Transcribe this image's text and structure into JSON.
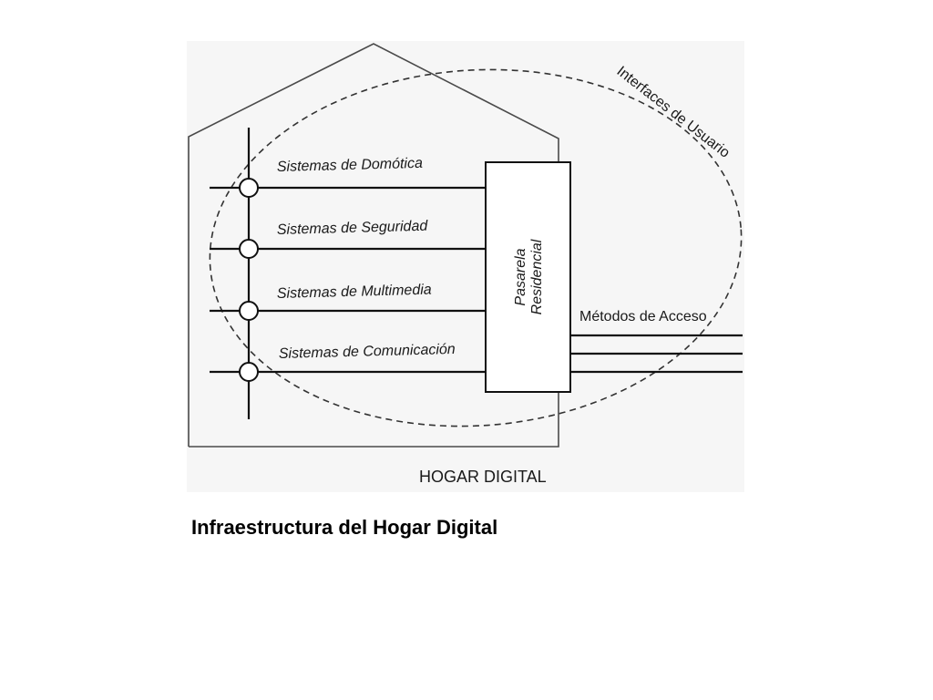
{
  "diagram": {
    "systems": [
      "Sistemas de Domótica",
      "Sistemas de Seguridad",
      "Sistemas de Multimedia",
      "Sistemas de Comunicación"
    ],
    "gateway": {
      "line1": "Pasarela",
      "line2": "Residencial"
    },
    "user_interfaces_label": "Interfaces de Usuario",
    "access_methods_label": "Métodos de Acceso",
    "house_label": "HOGAR DIGITAL"
  },
  "caption": "Infraestructura del Hogar Digital"
}
